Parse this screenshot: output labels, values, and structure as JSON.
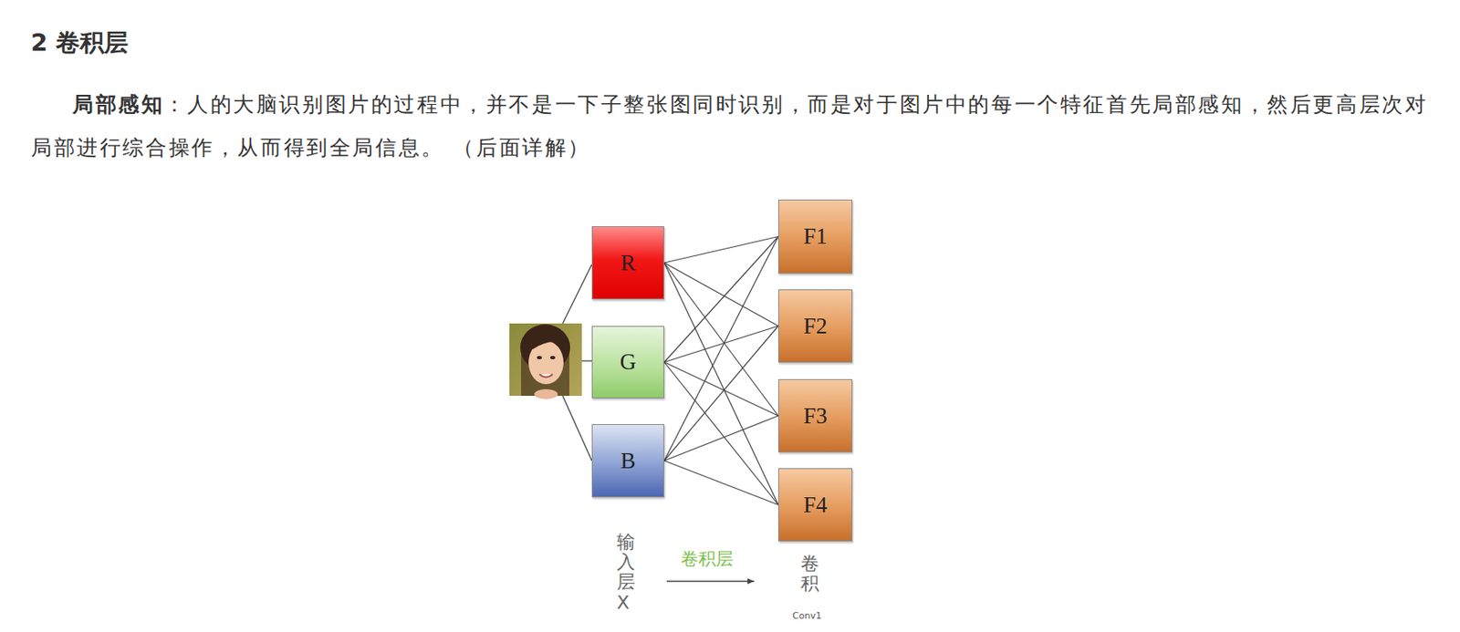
{
  "diagram": {
    "title": "2 卷积层",
    "nodes": [
      {
        "text": [
          "R"
        ]
      },
      {
        "text": [
          "G"
        ]
      },
      {
        "text": [
          "B"
        ]
      },
      {
        "text": [
          "F1"
        ]
      },
      {
        "text": [
          "F2"
        ]
      },
      {
        "text": [
          "F3"
        ]
      },
      {
        "text": [
          "F4"
        ]
      }
    ],
    "edges": [
      {
        "from": 0,
        "to": 3,
        "arrow": "none"
      },
      {
        "from": 0,
        "to": 4,
        "arrow": "none"
      },
      {
        "from": 0,
        "to": 5,
        "arrow": "none"
      },
      {
        "from": 0,
        "to": 6,
        "arrow": "none"
      },
      {
        "from": 1,
        "to": 3,
        "arrow": "none"
      },
      {
        "from": 1,
        "to": 4,
        "arrow": "none"
      },
      {
        "from": 1,
        "to": 5,
        "arrow": "none"
      },
      {
        "from": 1,
        "to": 6,
        "arrow": "none"
      },
      {
        "from": 2,
        "to": 3,
        "arrow": "none"
      },
      {
        "from": 2,
        "to": 4,
        "arrow": "none"
      },
      {
        "from": 2,
        "to": 5,
        "arrow": "none"
      },
      {
        "from": 2,
        "to": 6,
        "arrow": "none"
      }
    ],
    "labels": [
      "局部感知",
      "：人的大脑识别图片的过程中，并不是一下子整张图同时识别，而是对于图片中的每一个特征首先局部感知，然后更高层次对局部进行综合操作，从而得到全局信息。 （后面详解）",
      "输入层X",
      "卷积层",
      "卷积",
      "Conv1"
    ]
  }
}
